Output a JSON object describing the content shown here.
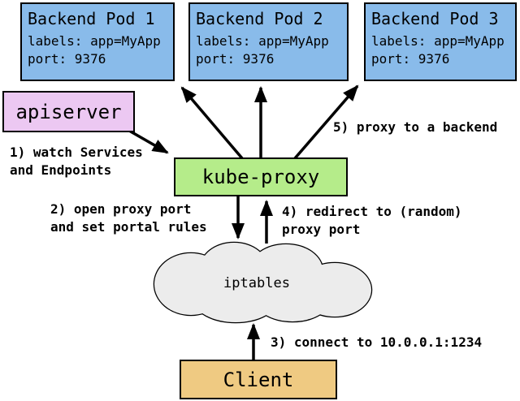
{
  "diagram": {
    "pods": [
      {
        "title": "Backend Pod 1",
        "labels_line": "labels: app=MyApp",
        "port_line": "port: 9376"
      },
      {
        "title": "Backend Pod 2",
        "labels_line": "labels: app=MyApp",
        "port_line": "port: 9376"
      },
      {
        "title": "Backend Pod 3",
        "labels_line": "labels: app=MyApp",
        "port_line": "port: 9376"
      }
    ],
    "nodes": {
      "apiserver": "apiserver",
      "kube_proxy": "kube-proxy",
      "iptables": "iptables",
      "client": "Client"
    },
    "steps": {
      "step1_line1": "1) watch Services",
      "step1_line2": "and Endpoints",
      "step2_line1": "2) open proxy port",
      "step2_line2": "and set portal rules",
      "step3": "3) connect to 10.0.0.1:1234",
      "step4_line1": "4) redirect to (random)",
      "step4_line2": "proxy port",
      "step5": "5) proxy to a backend"
    },
    "colors": {
      "pod_fill": "#89bbea",
      "apiserver_fill": "#ecc8f2",
      "kube_proxy_fill": "#b5ec8a",
      "iptables_fill": "#ececec",
      "client_fill": "#efca82",
      "line_color": "#000000",
      "background": "#ffffff"
    }
  }
}
